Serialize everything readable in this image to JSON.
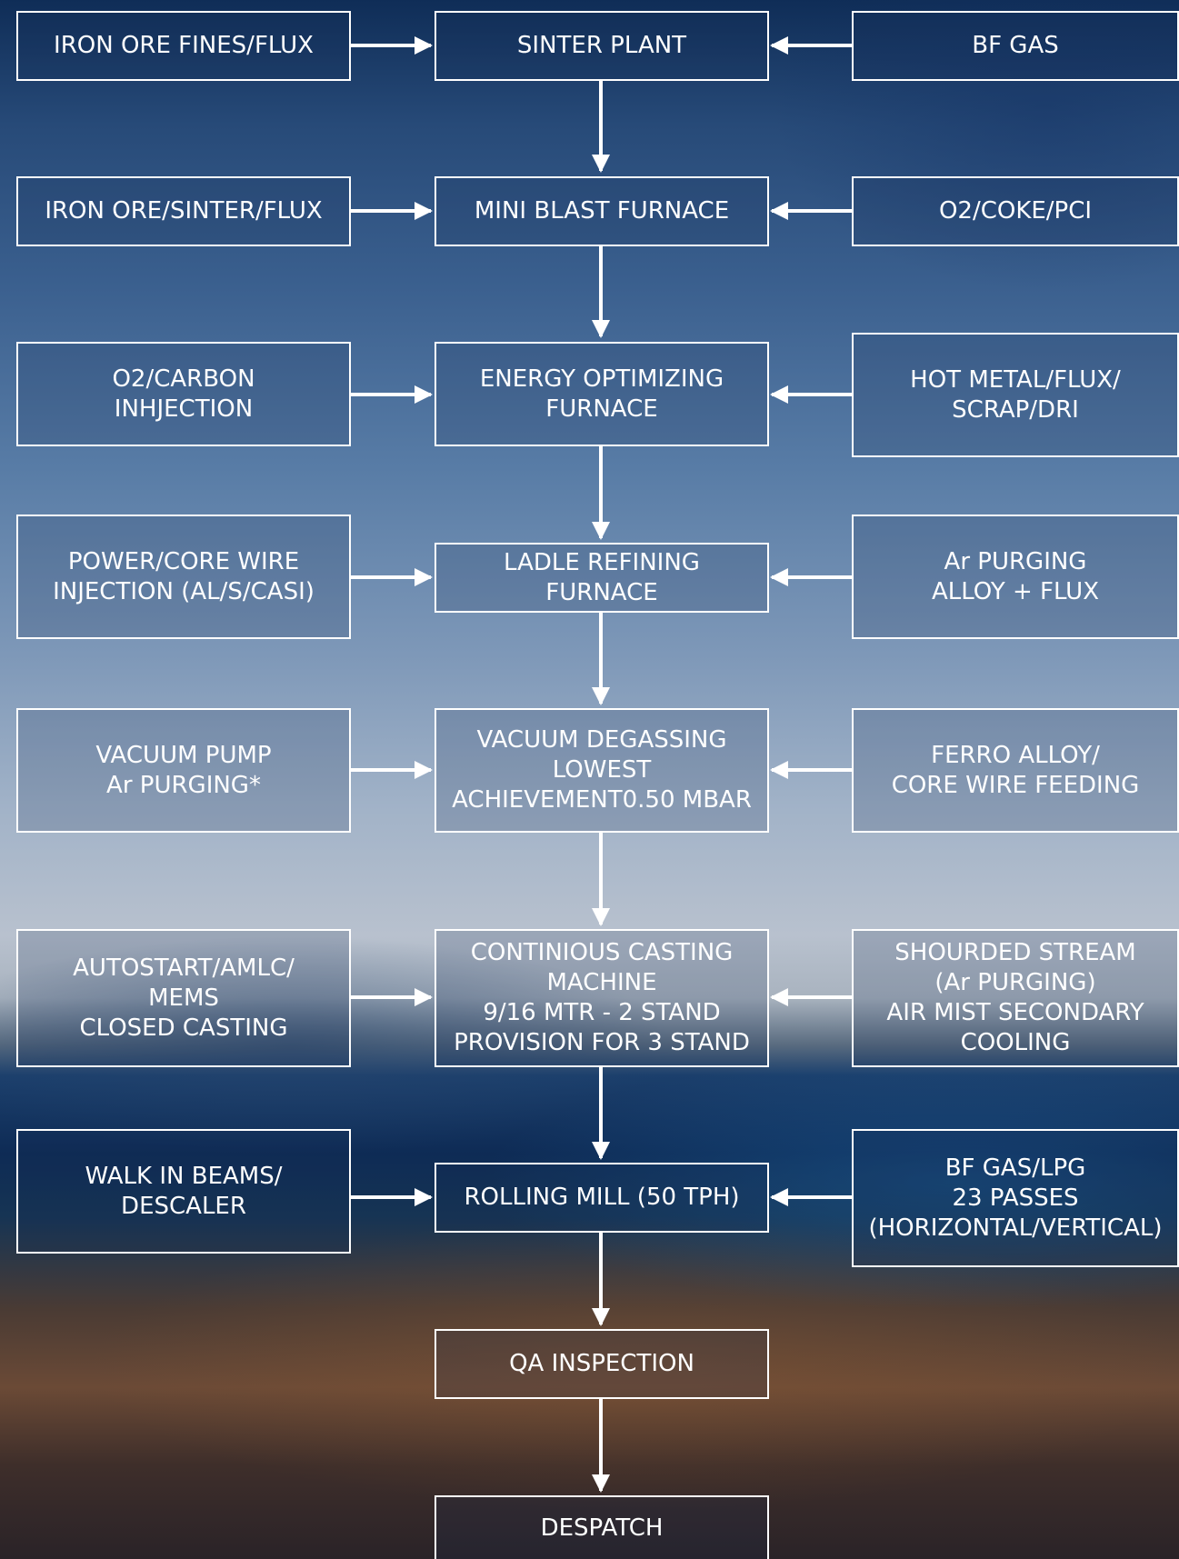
{
  "colors": {
    "box_border": "#ffffff",
    "text": "#ffffff",
    "arrow": "#ffffff"
  },
  "rows": [
    {
      "left": "IRON ORE FINES/FLUX",
      "center": "SINTER PLANT",
      "right": "BF GAS"
    },
    {
      "left": "IRON ORE/SINTER/FLUX",
      "center": "MINI BLAST FURNACE",
      "right": "O2/COKE/PCI"
    },
    {
      "left": "O2/CARBON\nINHJECTION",
      "center": "ENERGY OPTIMIZING\nFURNACE",
      "right": "HOT METAL/FLUX/\nSCRAP/DRI"
    },
    {
      "left": "POWER/CORE WIRE\nINJECTION (AL/S/CASI)",
      "center": "LADLE REFINING\nFURNACE",
      "right": "Ar PURGING\nALLOY + FLUX"
    },
    {
      "left": "VACUUM PUMP\nAr PURGING*",
      "center": "VACUUM DEGASSING\nLOWEST\nACHIEVEMENT0.50 MBAR",
      "right": "FERRO ALLOY/\nCORE WIRE FEEDING"
    },
    {
      "left": "AUTOSTART/AMLC/\nMEMS\nCLOSED CASTING",
      "center": "CONTINIOUS CASTING\nMACHINE\n9/16 MTR - 2 STAND\nPROVISION FOR 3 STAND",
      "right": "SHOURDED STREAM\n(Ar PURGING)\nAIR MIST SECONDARY\nCOOLING"
    },
    {
      "left": "WALK IN BEAMS/\nDESCALER",
      "center": "ROLLING MILL (50 TPH)",
      "right": "BF GAS/LPG\n23 PASSES\n(HORIZONTAL/VERTICAL)"
    },
    {
      "center": "QA INSPECTION"
    },
    {
      "center": "DESPATCH"
    }
  ]
}
